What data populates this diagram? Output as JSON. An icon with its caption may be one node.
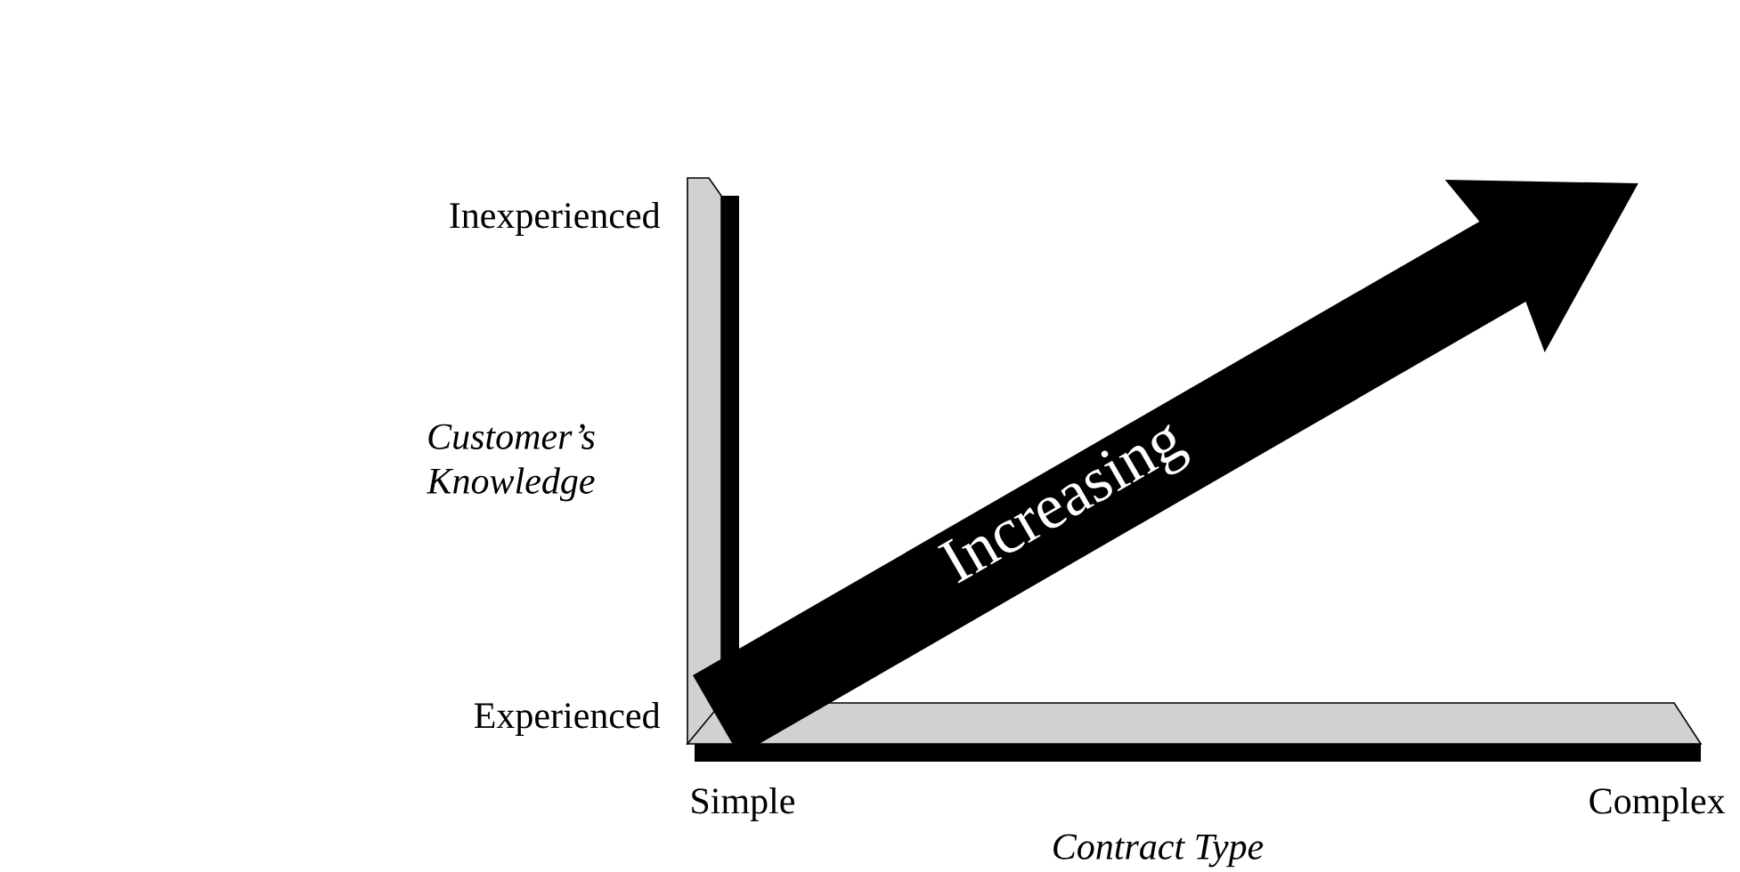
{
  "diagram": {
    "labels": [
      "Inexperienced",
      "Customer’s Knowledge",
      "Experienced",
      "Simple",
      "Complex",
      "Contract Type",
      "Increasing"
    ]
  }
}
